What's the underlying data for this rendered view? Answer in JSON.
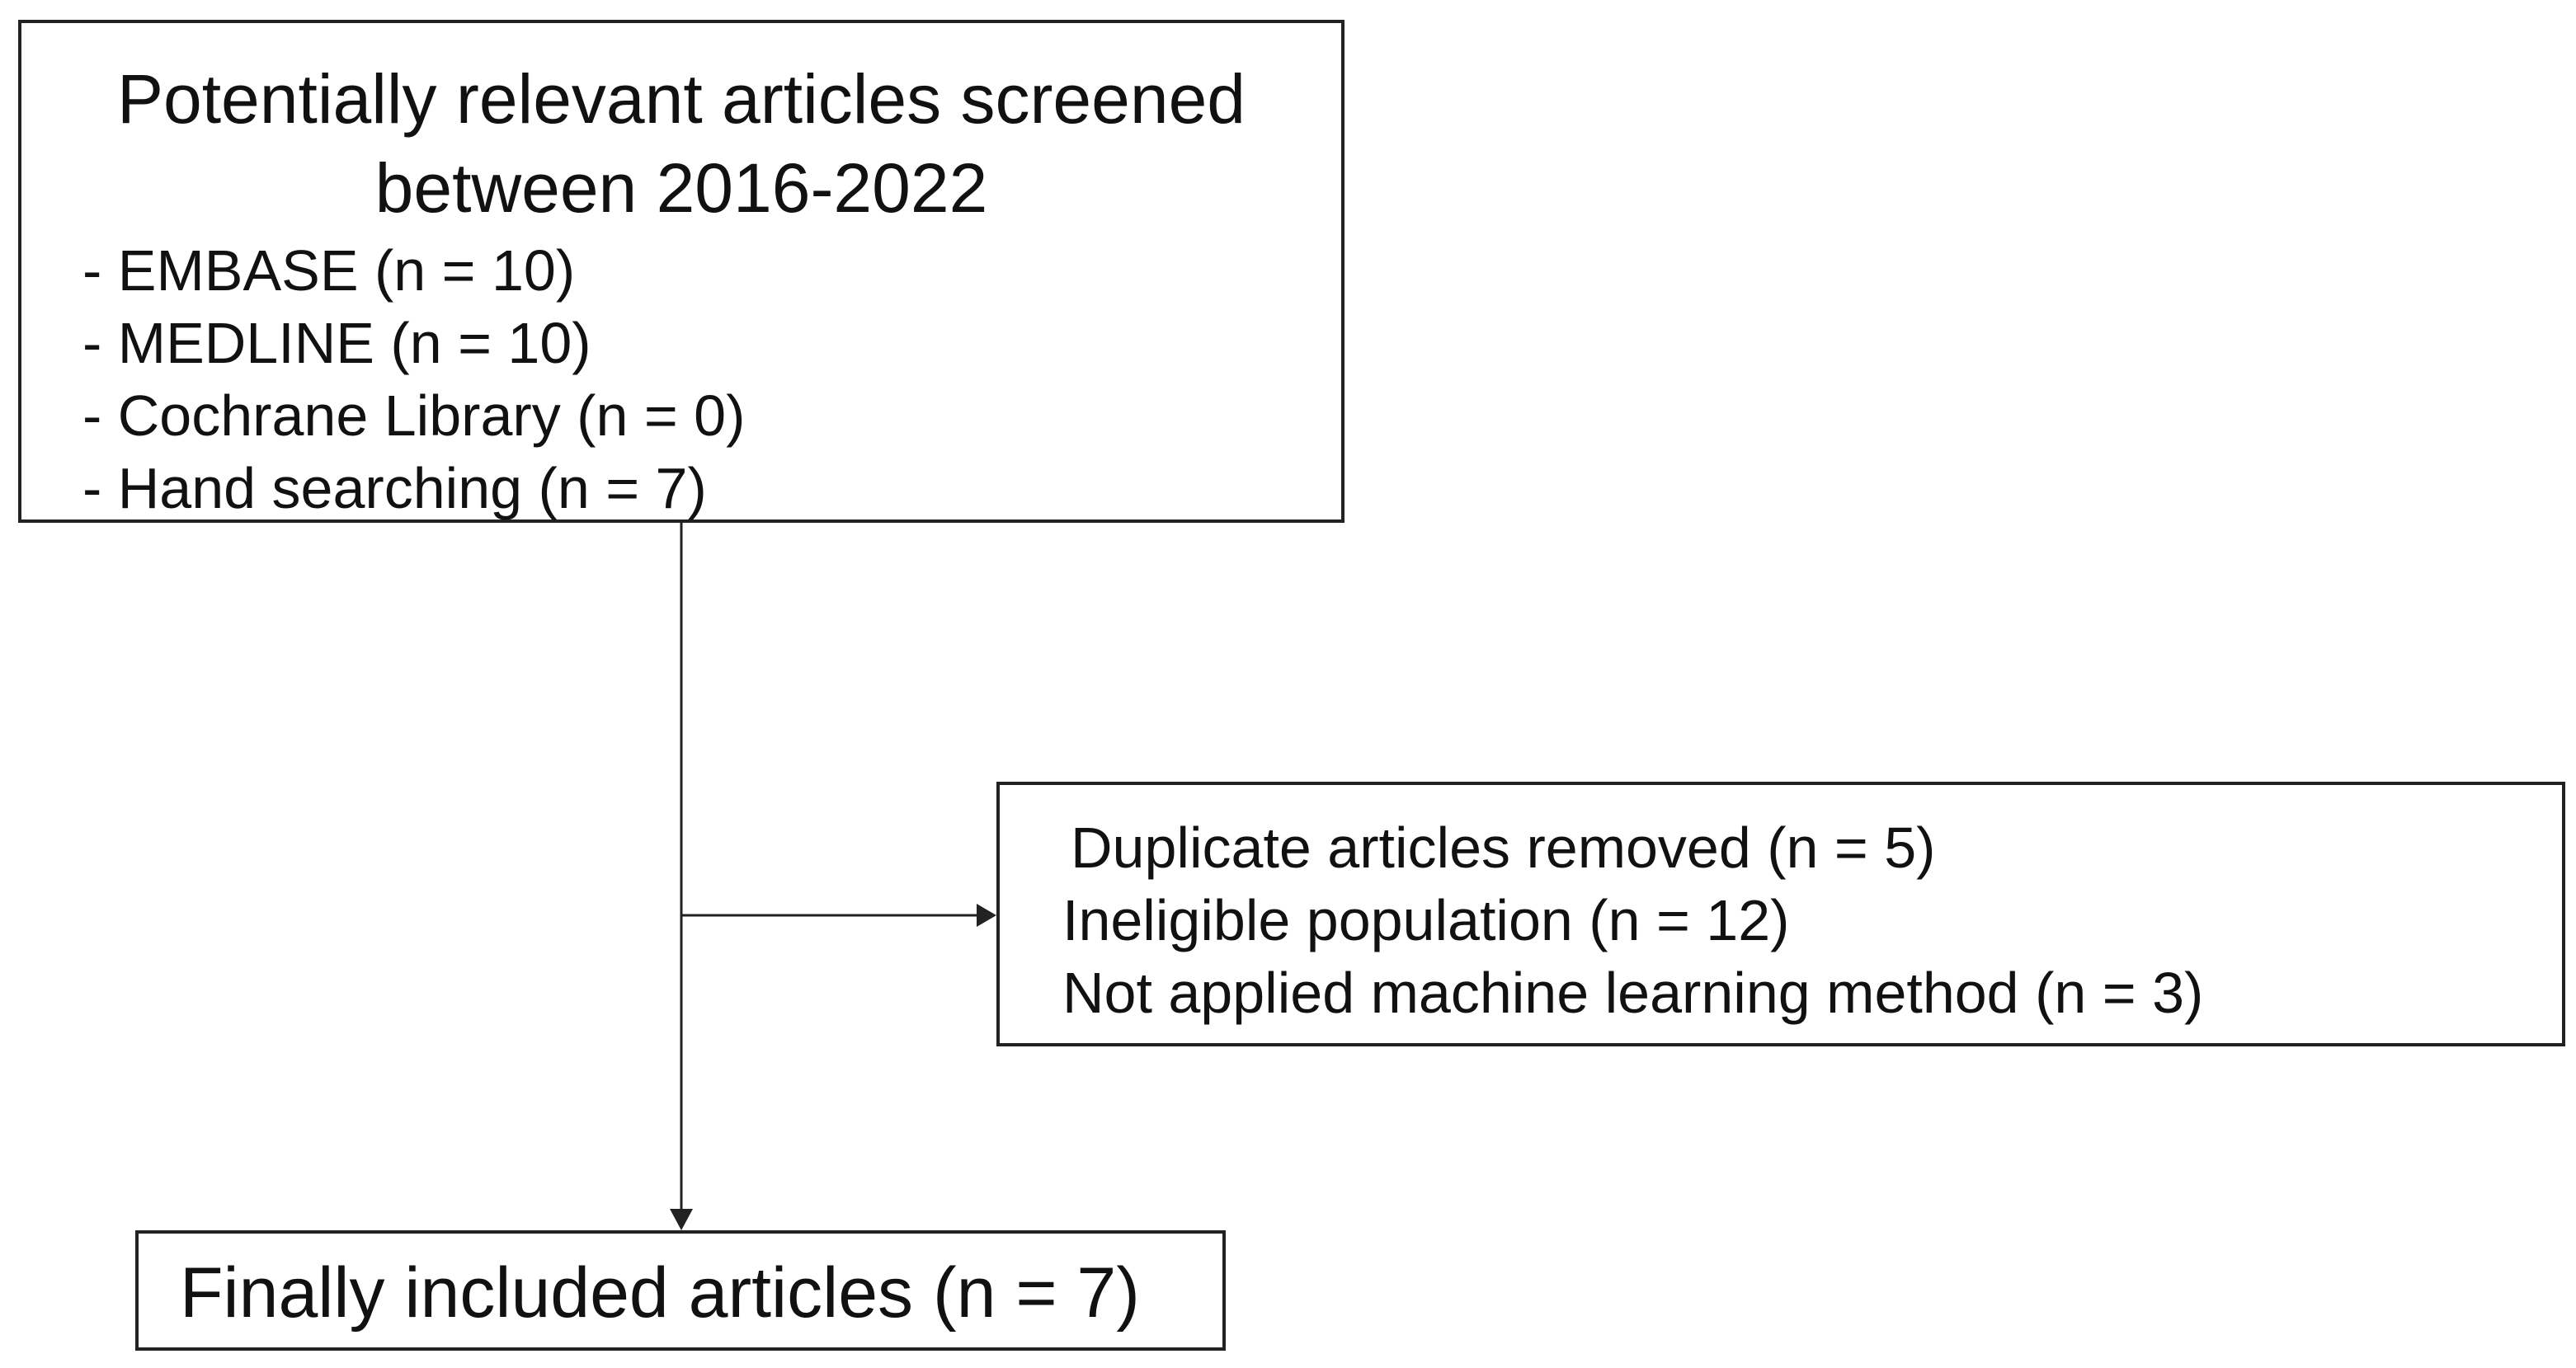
{
  "screened_box": {
    "title_lines": [
      "Potentially relevant articles screened",
      "between 2016-2022"
    ],
    "sources": [
      "- EMBASE (n = 10)",
      "- MEDLINE (n = 10)",
      "- Cochrane Library (n = 0)",
      "- Hand searching (n = 7)"
    ]
  },
  "excluded_box": {
    "items": [
      "Duplicate articles removed  (n = 5)",
      "Ineligible population (n = 12)",
      "Not applied machine learning method (n = 3)"
    ]
  },
  "included_box": {
    "text": "Finally included  articles (n = 7)"
  }
}
